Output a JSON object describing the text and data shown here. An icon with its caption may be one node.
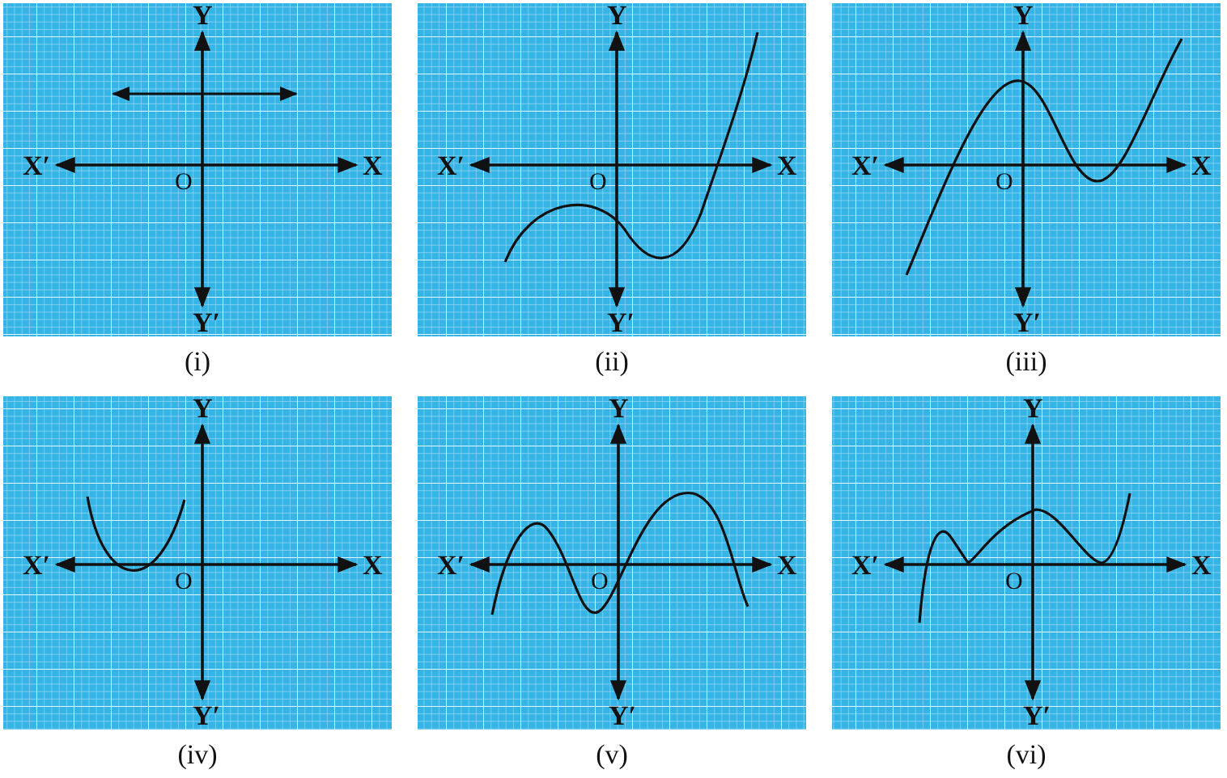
{
  "diagram": {
    "labels": [
      "Y",
      "X′",
      "X",
      "O",
      "Y′",
      "(i)",
      "Y",
      "X′",
      "X",
      "O",
      "Y′",
      "(ii)",
      "Y",
      "X′",
      "X",
      "O",
      "Y′",
      "(iii)",
      "Y",
      "X′",
      "X",
      "O",
      "Y′",
      "(iv)",
      "Y",
      "X′",
      "X",
      "O",
      "Y′",
      "(v)",
      "Y",
      "X′",
      "X",
      "O",
      "Y′",
      "(vi)"
    ]
  }
}
